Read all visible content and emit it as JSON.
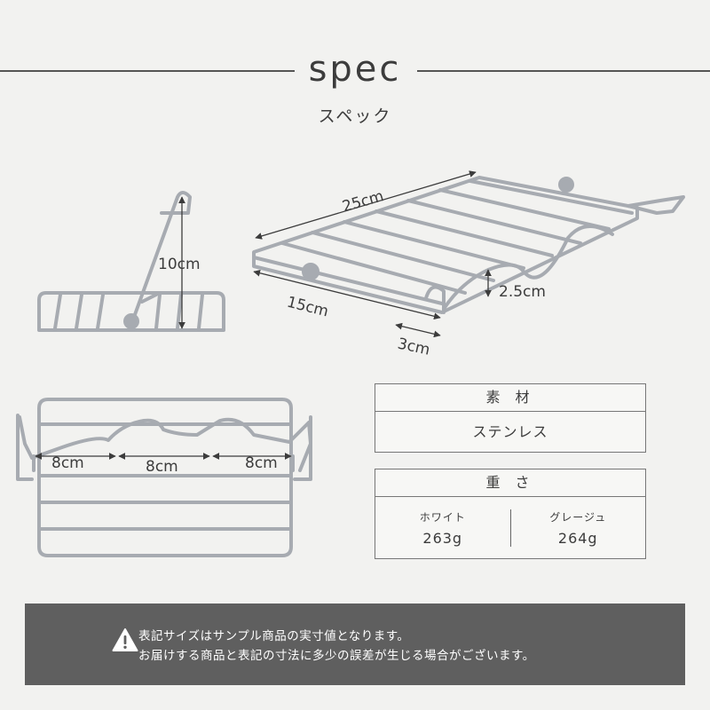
{
  "header": {
    "title": "spec",
    "subtitle": "スペック"
  },
  "dimensions": {
    "height": "10cm",
    "length": "25cm",
    "depth": "15cm",
    "thickness": "2.5cm",
    "hook": "3cm",
    "slot1": "8cm",
    "slot2": "8cm",
    "slot3": "8cm"
  },
  "material": {
    "heading": "素 材",
    "value": "ステンレス"
  },
  "weight": {
    "heading": "重 さ",
    "variants": [
      {
        "name": "ホワイト",
        "value": "263g"
      },
      {
        "name": "グレージュ",
        "value": "264g"
      }
    ]
  },
  "notice": {
    "line1": "表記サイズはサンプル商品の実寸値となります。",
    "line2": "お届けする商品と表記の寸法に多少の誤差が生じる場合がございます。"
  },
  "colors": {
    "rack": "#a7abb1",
    "dim_line": "#3c3c3c",
    "notice_bg": "#5f5f5f"
  }
}
